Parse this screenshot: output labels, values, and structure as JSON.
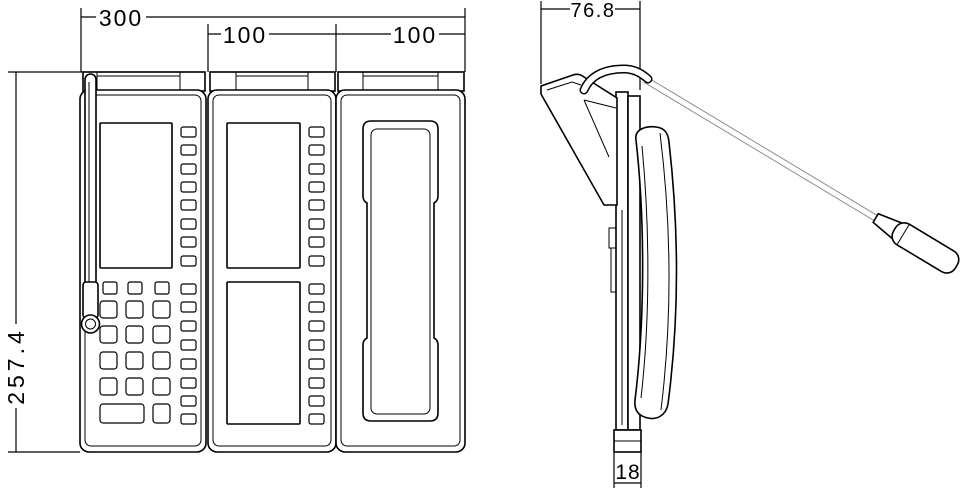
{
  "dimensions": {
    "overall_width": "300",
    "module_width_left": "100",
    "module_width_right": "100",
    "height": "257.4",
    "depth": "76.8",
    "base_thickness": "18"
  }
}
